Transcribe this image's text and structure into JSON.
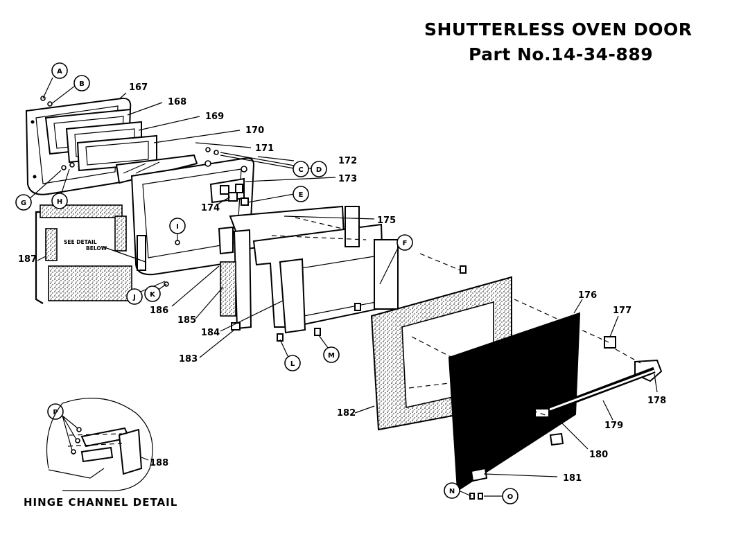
{
  "title": {
    "line1": "SHUTTERLESS OVEN DOOR",
    "line2": "Part No.14-34-889"
  },
  "callouts": [
    "A",
    "B",
    "C",
    "D",
    "E",
    "F",
    "G",
    "H",
    "I",
    "J",
    "K",
    "L",
    "M",
    "N",
    "O",
    "P"
  ],
  "part_numbers": [
    "167",
    "168",
    "169",
    "170",
    "171",
    "172",
    "173",
    "174",
    "175",
    "176",
    "177",
    "178",
    "179",
    "180",
    "181",
    "182",
    "183",
    "184",
    "185",
    "186",
    "187",
    "188"
  ],
  "note": {
    "line1": "SEE DETAIL",
    "line2": "BELOW"
  },
  "detail_caption": "HINGE CHANNEL DETAIL"
}
